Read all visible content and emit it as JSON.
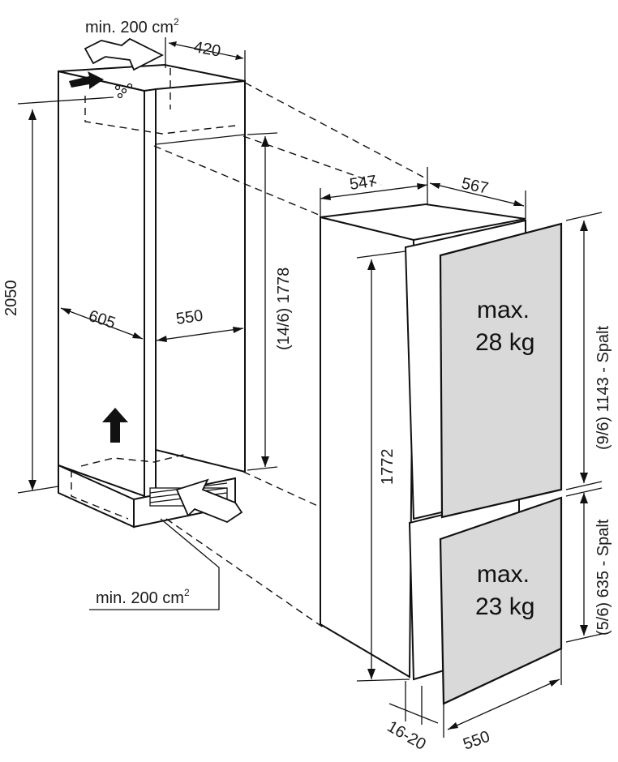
{
  "diagram": {
    "labels": {
      "vent_top": "min. 200 cm",
      "vent_top_sup": "2",
      "vent_bottom": "min. 200 cm",
      "vent_bottom_sup": "2",
      "dim_420": "420",
      "dim_2050": "2050",
      "dim_605": "605",
      "dim_550_niche": "550",
      "dim_1778": "(14/6) 1778",
      "dim_547": "547",
      "dim_567": "567",
      "dim_1772": "1772",
      "dim_1143": "(9/6)  1143 - Spalt",
      "dim_635": "(5/6)  635 - Spalt",
      "dim_16_20": "16-20",
      "dim_550_door": "550",
      "upper_load_1": "max.",
      "upper_load_2": "28 kg",
      "lower_load_1": "max.",
      "lower_load_2": "23 kg"
    }
  }
}
